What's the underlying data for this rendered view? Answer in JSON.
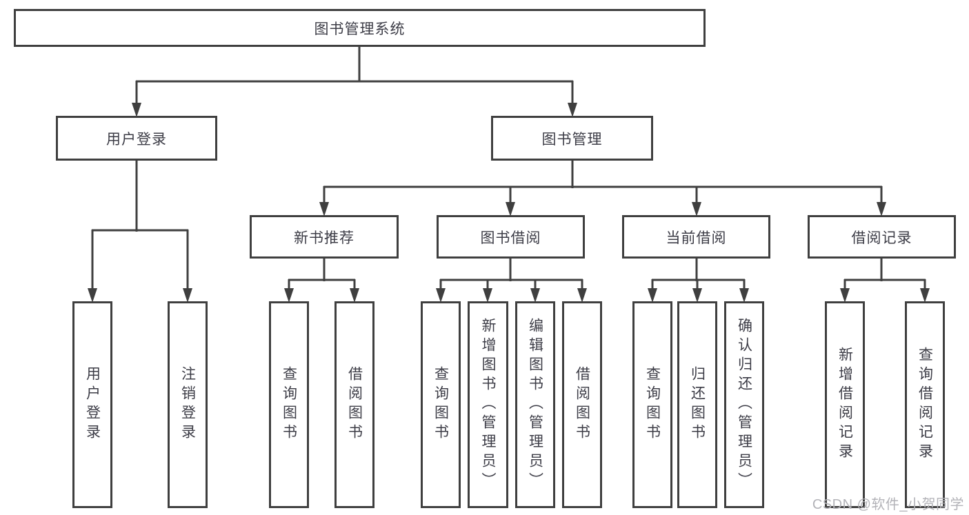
{
  "diagram": {
    "title": "图书管理系统",
    "branches": [
      {
        "label": "用户登录",
        "children": [
          {
            "label": "用户登录"
          },
          {
            "label": "注销登录"
          }
        ]
      },
      {
        "label": "图书管理",
        "children": [
          {
            "label": "新书推荐",
            "children": [
              {
                "label": "查询图书"
              },
              {
                "label": "借阅图书"
              }
            ]
          },
          {
            "label": "图书借阅",
            "children": [
              {
                "label": "查询图书"
              },
              {
                "label": "新增图书（管理员）"
              },
              {
                "label": "编辑图书（管理员）"
              },
              {
                "label": "借阅图书"
              }
            ]
          },
          {
            "label": "当前借阅",
            "children": [
              {
                "label": "查询图书"
              },
              {
                "label": "归还图书"
              },
              {
                "label": "确认归还（管理员）"
              }
            ]
          },
          {
            "label": "借阅记录",
            "children": [
              {
                "label": "新增借阅记录"
              },
              {
                "label": "查询借阅记录"
              }
            ]
          }
        ]
      }
    ]
  },
  "watermark": {
    "text": "CSDN @软件_小贺同学"
  },
  "colors": {
    "line": "#3f3f3f",
    "text": "#3c3c46",
    "watermark": "#b3b3b8"
  }
}
